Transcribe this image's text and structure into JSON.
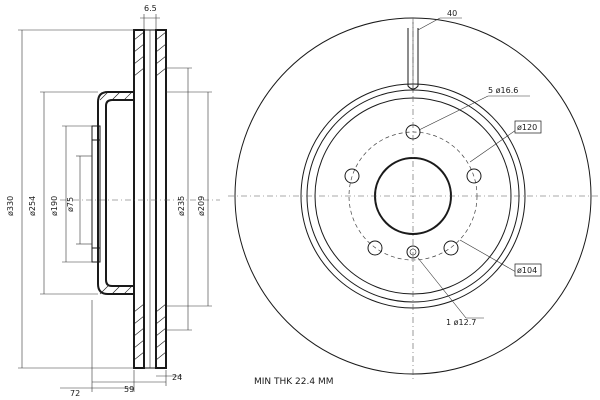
{
  "section_view": {
    "dim_top": "6.5",
    "dia_330": "ø330",
    "dia_254": "ø254",
    "dia_190": "ø190",
    "dia_75": "ø75",
    "dia_235": "ø235",
    "dia_209": "ø209",
    "dim_72": "72",
    "dim_59": "59",
    "dim_24": "24"
  },
  "front_view": {
    "vent_width": "40",
    "bolt_holes": "5  ø16.6",
    "pcd_120": "ø120",
    "pcd_104": "ø104",
    "center_hole": "1  ø12.7",
    "min_thickness": "MIN THK 22.4 MM"
  }
}
